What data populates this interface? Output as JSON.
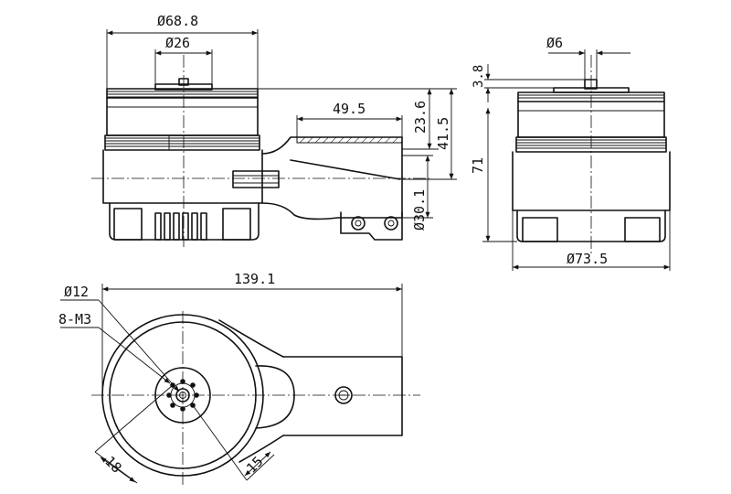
{
  "front_view": {
    "dim_outer_diameter": "Ø68.8",
    "dim_inner_diameter": "Ø26",
    "dim_arm_length": "49.5",
    "dim_height_upper": "23.6",
    "dim_height_total": "41.5",
    "dim_tube_diameter": "Ø30.1"
  },
  "side_view": {
    "dim_shaft_diameter": "Ø6",
    "dim_shaft_height": "3.8",
    "dim_height": "71",
    "dim_base_diameter": "Ø73.5"
  },
  "top_view": {
    "dim_total_length": "139.1",
    "dim_center_hole": "Ø12",
    "dim_screw_holes": "8-M3",
    "dim_pcd_1": "18",
    "dim_pcd_2": "15"
  }
}
